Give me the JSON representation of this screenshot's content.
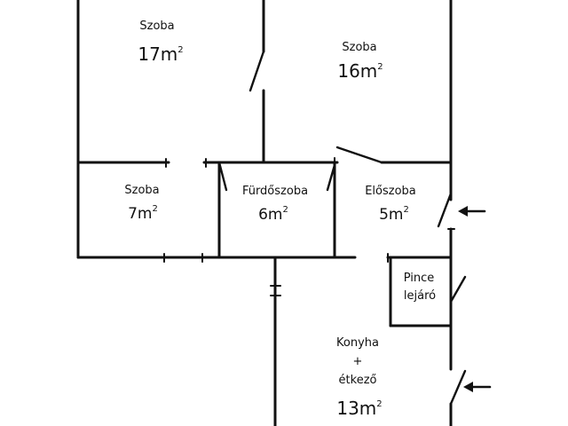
{
  "rooms": [
    {
      "id": "szoba-17",
      "name": "Szoba",
      "area_value": "17m",
      "area_unit_sup": "2"
    },
    {
      "id": "szoba-16",
      "name": "Szoba",
      "area_value": "16m",
      "area_unit_sup": "2"
    },
    {
      "id": "szoba-7",
      "name": "Szoba",
      "area_value": "7m",
      "area_unit_sup": "2"
    },
    {
      "id": "furdoszoba",
      "name": "Fürdőszoba",
      "area_value": "6m",
      "area_unit_sup": "2"
    },
    {
      "id": "eloszoba",
      "name": "Előszoba",
      "area_value": "5m",
      "area_unit_sup": "2"
    },
    {
      "id": "pince",
      "name_line1": "Pince",
      "name_line2": "lejáró"
    },
    {
      "id": "konyha",
      "name_line1": "Konyha",
      "name_line2": "+",
      "name_line3": "étkező",
      "area_value": "13m",
      "area_unit_sup": "2"
    }
  ],
  "entrances": [
    {
      "id": "entrance-hall",
      "icon": "arrow-left-icon"
    },
    {
      "id": "entrance-kitchen",
      "icon": "arrow-left-icon"
    }
  ]
}
